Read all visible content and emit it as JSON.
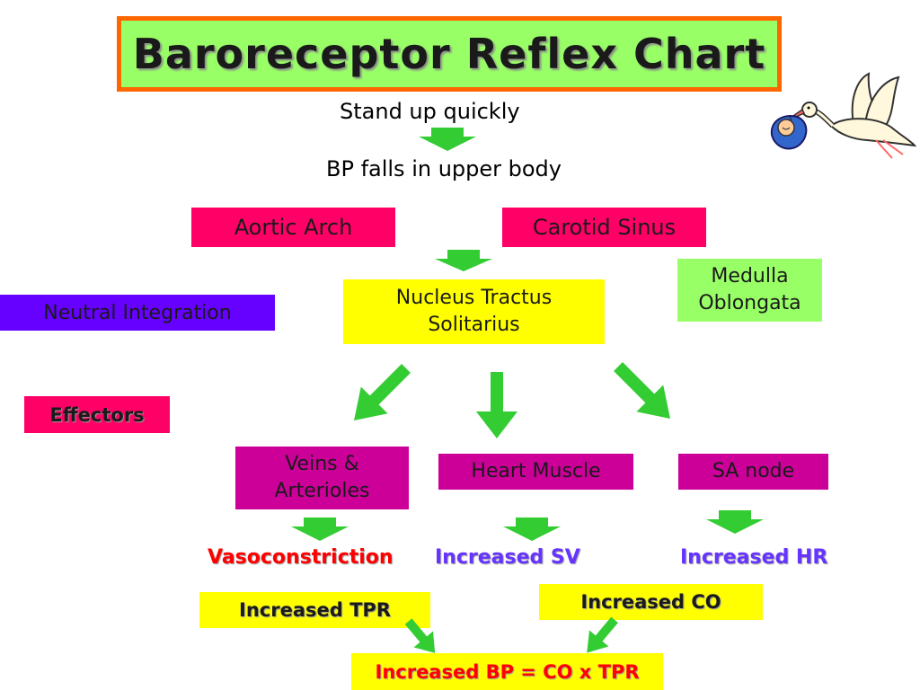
{
  "title": "Baroreceptor Reflex Chart",
  "steps": {
    "stand_up": "Stand up quickly",
    "bp_falls": "BP falls in upper body"
  },
  "receptors": {
    "aortic_arch": "Aortic Arch",
    "carotid_sinus": "Carotid Sinus"
  },
  "integration": {
    "label": "Neutral Integration",
    "nts_line1": "Nucleus Tractus",
    "nts_line2": "Solitarius",
    "medulla_line1": "Medulla",
    "medulla_line2": "Oblongata"
  },
  "effectors": {
    "label": "Effectors",
    "veins_line1": "Veins &",
    "veins_line2": "Arterioles",
    "heart_muscle": "Heart Muscle",
    "sa_node": "SA node"
  },
  "responses": {
    "vasoconstriction": "Vasoconstriction",
    "increased_sv": "Increased SV",
    "increased_hr": "Increased HR"
  },
  "outcomes": {
    "increased_tpr": "Increased TPR",
    "increased_co": "Increased CO",
    "final": "Increased BP = CO x TPR"
  },
  "colors": {
    "title_bg": "#99ff66",
    "title_border": "#ff6600",
    "arrow": "#33cc33",
    "receptor_bg": "#ff0066",
    "integration_bg": "#6600ff",
    "nts_bg": "#ffff00",
    "medulla_bg": "#99ff66",
    "effector_bg": "#cc0099",
    "vasoconstriction_text": "#ff0000",
    "increased_text": "#6633ff",
    "final_text": "#ff0000"
  },
  "icons": {
    "stork": "stork-carrying-baby-icon",
    "arrow": "green-arrow-icon"
  }
}
